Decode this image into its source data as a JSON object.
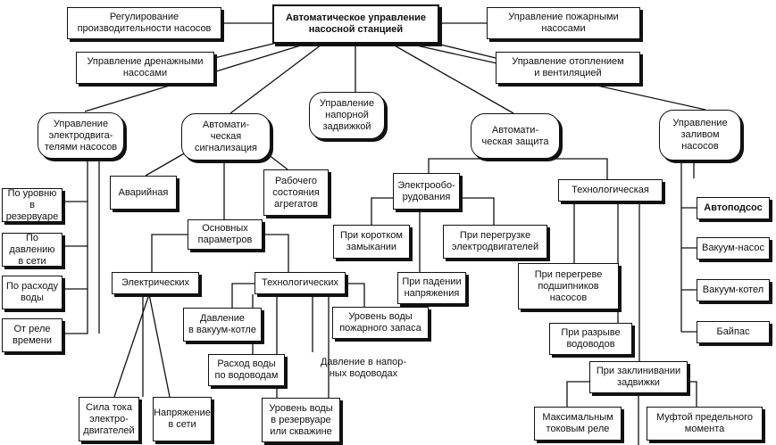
{
  "root": "Автоматическое управление\nнасосной станцией",
  "top": {
    "regulation": "Регулирование\nпроизводительности насосов",
    "drainage": "Управление дренажными\nнасосами",
    "fire": "Управление пожарными\nнасосами",
    "heating": "Управление отоплением\nи вентиляцией"
  },
  "middle": {
    "motors": "Управление\nэлектродвига-\nтелями насосов",
    "signaling": "Автомати-\nческая\nсигнализация",
    "valve": "Управление\nнапорной\nзадвижкой",
    "protection": "Автомати-\nческая защита",
    "priming": "Управление\nзаливом\nнасосов"
  },
  "motors_children": [
    "По уровню\nв резервуаре",
    "По давлению\nв сети",
    "По расходу\nводы",
    "От реле\nвремени"
  ],
  "signaling": {
    "emergency": "Аварийная",
    "working": "Рабочего\nсостояния\nагрегатов",
    "main_params": "Основных\nпараметров",
    "electrical": "Электрических",
    "technological": "Технологических"
  },
  "electrical_children": [
    "Сила тока\nэлектро-\nдвигателей",
    "Напряжение\nв сети"
  ],
  "tech_children": [
    "Давление\nв вакуум-котле",
    "Расход воды\nпо водоводам",
    "Уровень воды\nв резервуаре\nили скважине",
    "Давление в напор-\nных водоводах",
    "Уровень воды\nпожарного запаса"
  ],
  "protection": {
    "electrical": "Электрообо-\nрудования",
    "short_circuit": "При коротком\nзамыкании",
    "voltage_drop": "При падении\nнапряжения",
    "overload": "При перегрузке\nэлектродвигателей",
    "technological": "Технологическая",
    "bearing": "При перегреве\nподшипников\nнасосов",
    "pipe_break": "При разрыве\nводоводов",
    "valve_jam": "При заклинивании\nзадвижки",
    "max_relay": "Максимальным\nтоковым реле",
    "clutch": "Муфтой предельного\nмомента"
  },
  "priming_children": [
    "Автоподсос",
    "Вакуум-насос",
    "Вакуум-котел",
    "Байпас"
  ]
}
